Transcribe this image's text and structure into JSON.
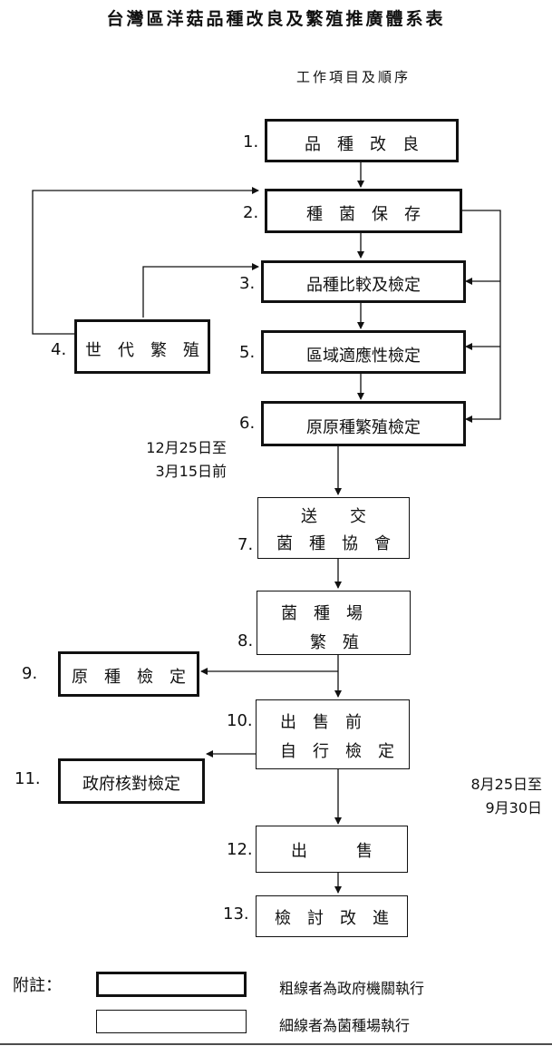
{
  "title": "台灣區洋菇品種改良及繁殖推廣體系表",
  "subtitle": "工作項目及順序",
  "steps": [
    {
      "num": "1.",
      "lines": [
        "品　種　改　良"
      ]
    },
    {
      "num": "2.",
      "lines": [
        "種　菌　保　存"
      ]
    },
    {
      "num": "3.",
      "lines": [
        "品種比較及檢定"
      ]
    },
    {
      "num": "4.",
      "lines": [
        "世　代　繁　殖"
      ]
    },
    {
      "num": "5.",
      "lines": [
        "區域適應性檢定"
      ]
    },
    {
      "num": "6.",
      "lines": [
        "原原種繁殖檢定"
      ]
    },
    {
      "num": "7.",
      "lines": [
        "送　　交",
        "菌　種　協　會"
      ]
    },
    {
      "num": "8.",
      "lines": [
        "菌　種　場",
        "繁　殖"
      ]
    },
    {
      "num": "9.",
      "lines": [
        "原　種　檢　定"
      ]
    },
    {
      "num": "10.",
      "lines": [
        "出　售　前",
        "自　行　檢　定"
      ]
    },
    {
      "num": "11.",
      "lines": [
        "政府核對檢定"
      ]
    },
    {
      "num": "12.",
      "lines": [
        "出　　　售"
      ]
    },
    {
      "num": "13.",
      "lines": [
        "檢　討　改　進"
      ]
    }
  ],
  "dates": {
    "period1": [
      "12月25日至",
      "3月15日前"
    ],
    "period2": [
      "8月25日至",
      "9月30日"
    ]
  },
  "legend": {
    "label": "附註：",
    "thick": "粗線者為政府機關執行",
    "thin": "細線者為菌種場執行"
  }
}
